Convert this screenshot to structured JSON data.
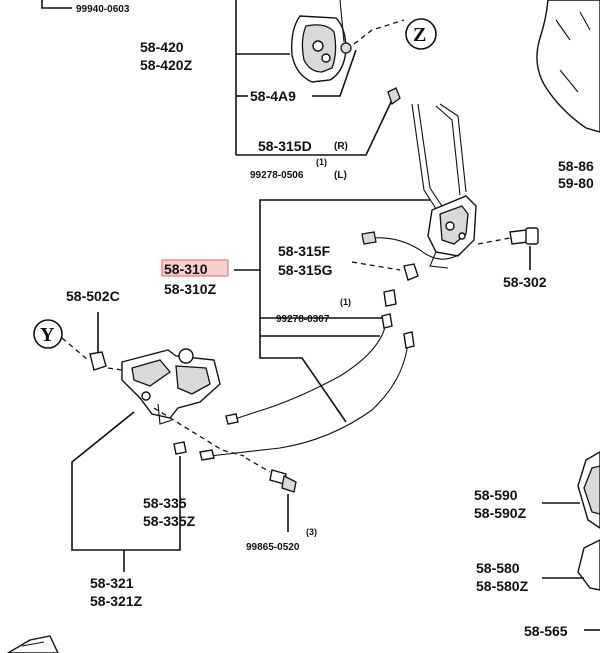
{
  "labels": {
    "p99940": "99940-0603",
    "p58_420": "58-420",
    "p58_420z": "58-420Z",
    "p58_4a9": "58-4A9",
    "p58_315d": "58-315D",
    "p58_315d_r": "(R)",
    "p_qty1_a": "(1)",
    "p99278_0506": "99278-0506",
    "p_l": "(L)",
    "p58_86": "58-86",
    "p59_80": "59-80",
    "p58_310": "58-310",
    "p58_310z": "58-310Z",
    "p58_315f": "58-315F",
    "p58_315g": "58-315G",
    "p58_302": "58-302",
    "p58_502c": "58-502C",
    "p_qty1_b": "(1)",
    "p99278_0307": "99278-0307",
    "p58_335": "58-335",
    "p58_335z": "58-335Z",
    "p_qty3": "(3)",
    "p99865_0520": "99865-0520",
    "p58_321": "58-321",
    "p58_321z": "58-321Z",
    "p58_590": "58-590",
    "p58_590z": "58-590Z",
    "p58_580": "58-580",
    "p58_580z": "58-580Z",
    "p58_565": "58-565"
  },
  "callouts": {
    "z": "Z",
    "y": "Y"
  },
  "colors": {
    "line": "#111111",
    "highlight": "#f4a6a6"
  }
}
